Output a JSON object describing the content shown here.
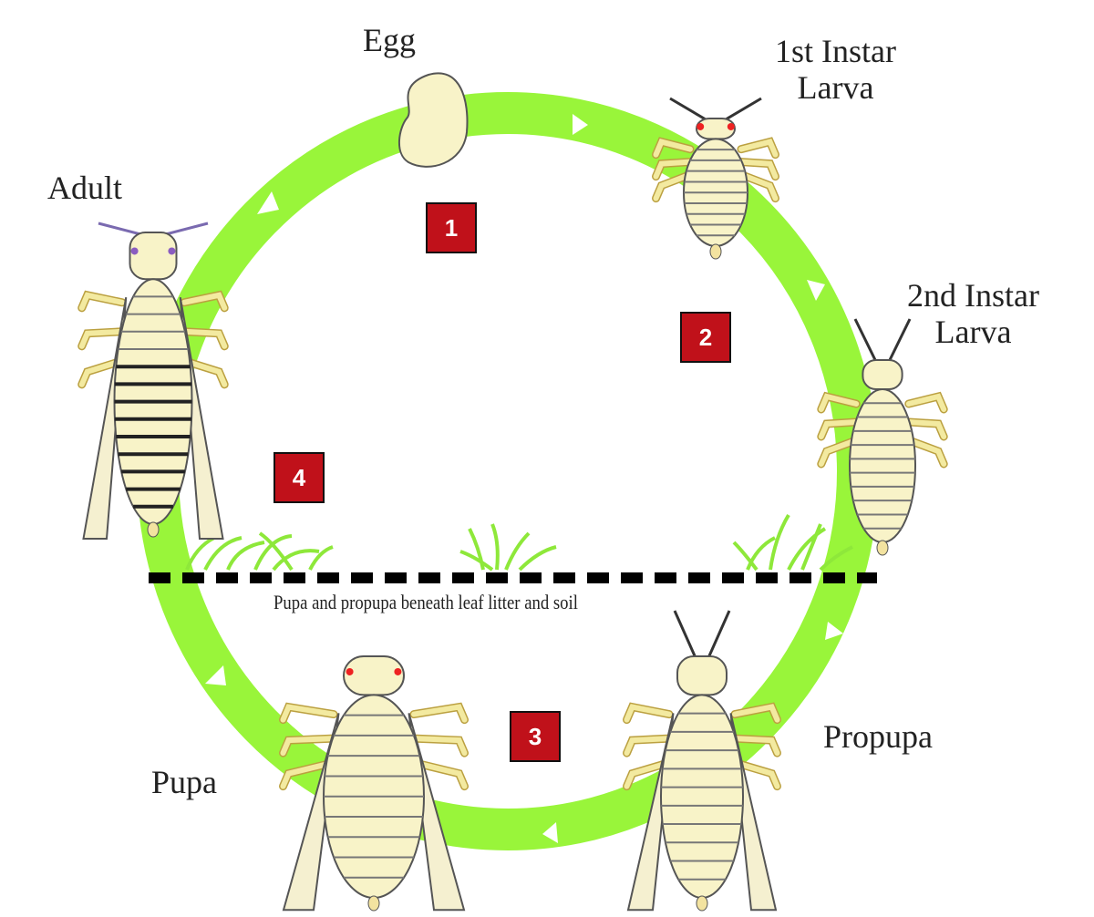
{
  "title": "Thrips life cycle",
  "stages": [
    {
      "label": "Egg"
    },
    {
      "label": "1st Instar\nLarva"
    },
    {
      "label": "2nd Instar\nLarva"
    },
    {
      "label": "Propupa"
    },
    {
      "label": "Pupa"
    },
    {
      "label": "Adult"
    }
  ],
  "badges": [
    "1",
    "2",
    "3",
    "4"
  ],
  "soil_note": "Pupa and propupa beneath leaf litter and soil",
  "colors": {
    "cycle": "#99f53a",
    "badge": "#c0111a",
    "body": "#f8f3c8"
  }
}
